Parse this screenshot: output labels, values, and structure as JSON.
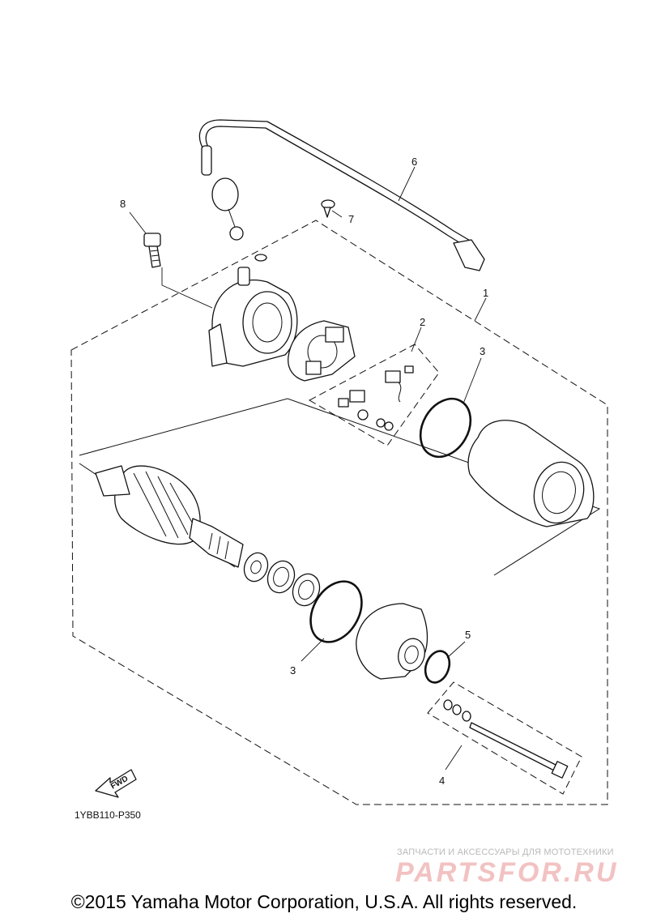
{
  "callouts": {
    "c1": "1",
    "c2": "2",
    "c3_upper": "3",
    "c3_lower": "3",
    "c4": "4",
    "c5": "5",
    "c6": "6",
    "c7": "7",
    "c8": "8"
  },
  "fwd_label": "FWD",
  "diagram_code": "1YBB110-P350",
  "watermark": {
    "tagline": "ЗАПЧАСТИ И АКСЕССУАРЫ ДЛЯ МОТОТЕХНИКИ",
    "logo": "PARTSFOR.RU"
  },
  "copyright": "©2015 Yamaha Motor Corporation, U.S.A. All rights reserved."
}
